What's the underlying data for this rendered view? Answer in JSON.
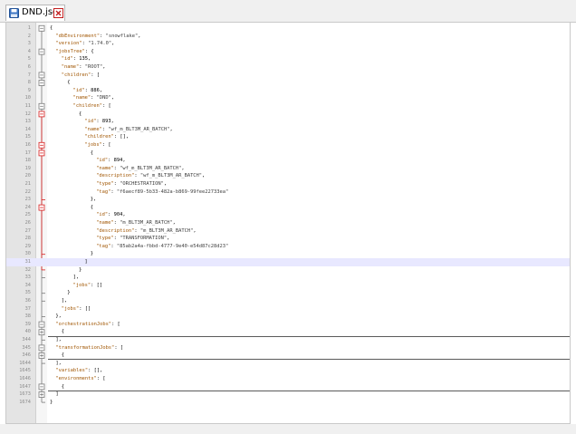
{
  "tab": {
    "title": "DND.json",
    "file_icon": "floppy-disk-icon",
    "close_icon": "close-icon"
  },
  "colors": {
    "key": "#a05500",
    "string": "#404040",
    "fold_active": "#d81e1e",
    "current_line": "#e8e8ff"
  },
  "current_line": 31,
  "lines": [
    {
      "n": "1",
      "indent": 0,
      "t": [
        [
          "p",
          "{"
        ]
      ]
    },
    {
      "n": "2",
      "indent": 1,
      "t": [
        [
          "k",
          "\"dbEnvironment\""
        ],
        [
          "p",
          ": "
        ],
        [
          "s",
          "\"snowflake\""
        ],
        [
          "p",
          ","
        ]
      ]
    },
    {
      "n": "3",
      "indent": 1,
      "t": [
        [
          "k",
          "\"version\""
        ],
        [
          "p",
          ": "
        ],
        [
          "s",
          "\"1.74.0\""
        ],
        [
          "p",
          ","
        ]
      ]
    },
    {
      "n": "4",
      "indent": 1,
      "t": [
        [
          "k",
          "\"jobsTree\""
        ],
        [
          "p",
          ": {"
        ]
      ]
    },
    {
      "n": "5",
      "indent": 2,
      "t": [
        [
          "k",
          "\"id\""
        ],
        [
          "p",
          ": "
        ],
        [
          "n",
          "135"
        ],
        [
          "p",
          ","
        ]
      ]
    },
    {
      "n": "6",
      "indent": 2,
      "t": [
        [
          "k",
          "\"name\""
        ],
        [
          "p",
          ": "
        ],
        [
          "s",
          "\"ROOT\""
        ],
        [
          "p",
          ","
        ]
      ]
    },
    {
      "n": "7",
      "indent": 2,
      "t": [
        [
          "k",
          "\"children\""
        ],
        [
          "p",
          ": ["
        ]
      ]
    },
    {
      "n": "8",
      "indent": 3,
      "t": [
        [
          "p",
          "{"
        ]
      ]
    },
    {
      "n": "9",
      "indent": 4,
      "t": [
        [
          "k",
          "\"id\""
        ],
        [
          "p",
          ": "
        ],
        [
          "n",
          "886"
        ],
        [
          "p",
          ","
        ]
      ]
    },
    {
      "n": "10",
      "indent": 4,
      "t": [
        [
          "k",
          "\"name\""
        ],
        [
          "p",
          ": "
        ],
        [
          "s",
          "\"DND\""
        ],
        [
          "p",
          ","
        ]
      ]
    },
    {
      "n": "11",
      "indent": 4,
      "t": [
        [
          "k",
          "\"children\""
        ],
        [
          "p",
          ": ["
        ]
      ]
    },
    {
      "n": "12",
      "indent": 5,
      "t": [
        [
          "p",
          "{"
        ]
      ]
    },
    {
      "n": "13",
      "indent": 6,
      "t": [
        [
          "k",
          "\"id\""
        ],
        [
          "p",
          ": "
        ],
        [
          "n",
          "893"
        ],
        [
          "p",
          ","
        ]
      ]
    },
    {
      "n": "14",
      "indent": 6,
      "t": [
        [
          "k",
          "\"name\""
        ],
        [
          "p",
          ": "
        ],
        [
          "s",
          "\"wf_m_BLT3M_AR_BATCH\""
        ],
        [
          "p",
          ","
        ]
      ]
    },
    {
      "n": "15",
      "indent": 6,
      "t": [
        [
          "k",
          "\"children\""
        ],
        [
          "p",
          ": [],"
        ]
      ]
    },
    {
      "n": "16",
      "indent": 6,
      "t": [
        [
          "k",
          "\"jobs\""
        ],
        [
          "p",
          ": ["
        ]
      ]
    },
    {
      "n": "17",
      "indent": 7,
      "t": [
        [
          "p",
          "{"
        ]
      ]
    },
    {
      "n": "18",
      "indent": 8,
      "t": [
        [
          "k",
          "\"id\""
        ],
        [
          "p",
          ": "
        ],
        [
          "n",
          "894"
        ],
        [
          "p",
          ","
        ]
      ]
    },
    {
      "n": "19",
      "indent": 8,
      "t": [
        [
          "k",
          "\"name\""
        ],
        [
          "p",
          ": "
        ],
        [
          "s",
          "\"wf_m_BLT3M_AR_BATCH\""
        ],
        [
          "p",
          ","
        ]
      ]
    },
    {
      "n": "20",
      "indent": 8,
      "t": [
        [
          "k",
          "\"description\""
        ],
        [
          "p",
          ": "
        ],
        [
          "s",
          "\"wf_m_BLT3M_AR_BATCH\""
        ],
        [
          "p",
          ","
        ]
      ]
    },
    {
      "n": "21",
      "indent": 8,
      "t": [
        [
          "k",
          "\"type\""
        ],
        [
          "p",
          ": "
        ],
        [
          "s",
          "\"ORCHESTRATION\""
        ],
        [
          "p",
          ","
        ]
      ]
    },
    {
      "n": "22",
      "indent": 8,
      "t": [
        [
          "k",
          "\"tag\""
        ],
        [
          "p",
          ": "
        ],
        [
          "s",
          "\"f6aecf89-5b33-482a-b869-99fee22733ea\""
        ]
      ]
    },
    {
      "n": "23",
      "indent": 7,
      "t": [
        [
          "p",
          "},"
        ]
      ]
    },
    {
      "n": "24",
      "indent": 7,
      "t": [
        [
          "p",
          "{"
        ]
      ]
    },
    {
      "n": "25",
      "indent": 8,
      "t": [
        [
          "k",
          "\"id\""
        ],
        [
          "p",
          ": "
        ],
        [
          "n",
          "904"
        ],
        [
          "p",
          ","
        ]
      ]
    },
    {
      "n": "26",
      "indent": 8,
      "t": [
        [
          "k",
          "\"name\""
        ],
        [
          "p",
          ": "
        ],
        [
          "s",
          "\"m_BLT3M_AR_BATCH\""
        ],
        [
          "p",
          ","
        ]
      ]
    },
    {
      "n": "27",
      "indent": 8,
      "t": [
        [
          "k",
          "\"description\""
        ],
        [
          "p",
          ": "
        ],
        [
          "s",
          "\"m_BLT3M_AR_BATCH\""
        ],
        [
          "p",
          ","
        ]
      ]
    },
    {
      "n": "28",
      "indent": 8,
      "t": [
        [
          "k",
          "\"type\""
        ],
        [
          "p",
          ": "
        ],
        [
          "s",
          "\"TRANSFORMATION\""
        ],
        [
          "p",
          ","
        ]
      ]
    },
    {
      "n": "29",
      "indent": 8,
      "t": [
        [
          "k",
          "\"tag\""
        ],
        [
          "p",
          ": "
        ],
        [
          "s",
          "\"85ab2a4a-fbbd-4777-9e40-e54d87c28d23\""
        ]
      ]
    },
    {
      "n": "30",
      "indent": 7,
      "t": [
        [
          "p",
          "}"
        ]
      ]
    },
    {
      "n": "31",
      "indent": 6,
      "t": [
        [
          "p",
          "]"
        ]
      ]
    },
    {
      "n": "32",
      "indent": 5,
      "t": [
        [
          "p",
          "}"
        ]
      ]
    },
    {
      "n": "33",
      "indent": 4,
      "t": [
        [
          "p",
          "],"
        ]
      ]
    },
    {
      "n": "34",
      "indent": 4,
      "t": [
        [
          "k",
          "\"jobs\""
        ],
        [
          "p",
          ": []"
        ]
      ]
    },
    {
      "n": "35",
      "indent": 3,
      "t": [
        [
          "p",
          "}"
        ]
      ]
    },
    {
      "n": "36",
      "indent": 2,
      "t": [
        [
          "p",
          "],"
        ]
      ]
    },
    {
      "n": "37",
      "indent": 2,
      "t": [
        [
          "k",
          "\"jobs\""
        ],
        [
          "p",
          ": []"
        ]
      ]
    },
    {
      "n": "38",
      "indent": 1,
      "t": [
        [
          "p",
          "},"
        ]
      ]
    },
    {
      "n": "39",
      "indent": 1,
      "t": [
        [
          "k",
          "\"orchestrationJobs\""
        ],
        [
          "p",
          ": ["
        ]
      ]
    },
    {
      "n": "40",
      "indent": 2,
      "t": [
        [
          "p",
          "{"
        ]
      ],
      "rule": true
    },
    {
      "n": "344",
      "indent": 1,
      "t": [
        [
          "p",
          "],"
        ]
      ]
    },
    {
      "n": "345",
      "indent": 1,
      "t": [
        [
          "k",
          "\"transformationJobs\""
        ],
        [
          "p",
          ": ["
        ]
      ]
    },
    {
      "n": "346",
      "indent": 2,
      "t": [
        [
          "p",
          "{"
        ]
      ],
      "rule": true
    },
    {
      "n": "1644",
      "indent": 1,
      "t": [
        [
          "p",
          "],"
        ]
      ]
    },
    {
      "n": "1645",
      "indent": 1,
      "t": [
        [
          "k",
          "\"variables\""
        ],
        [
          "p",
          ": [],"
        ]
      ]
    },
    {
      "n": "1646",
      "indent": 1,
      "t": [
        [
          "k",
          "\"environments\""
        ],
        [
          "p",
          ": ["
        ]
      ]
    },
    {
      "n": "1647",
      "indent": 2,
      "t": [
        [
          "p",
          "{"
        ]
      ],
      "rule": true
    },
    {
      "n": "1673",
      "indent": 1,
      "t": [
        [
          "p",
          "]"
        ]
      ]
    },
    {
      "n": "1674",
      "indent": 0,
      "t": [
        [
          "p",
          "}"
        ]
      ]
    }
  ]
}
